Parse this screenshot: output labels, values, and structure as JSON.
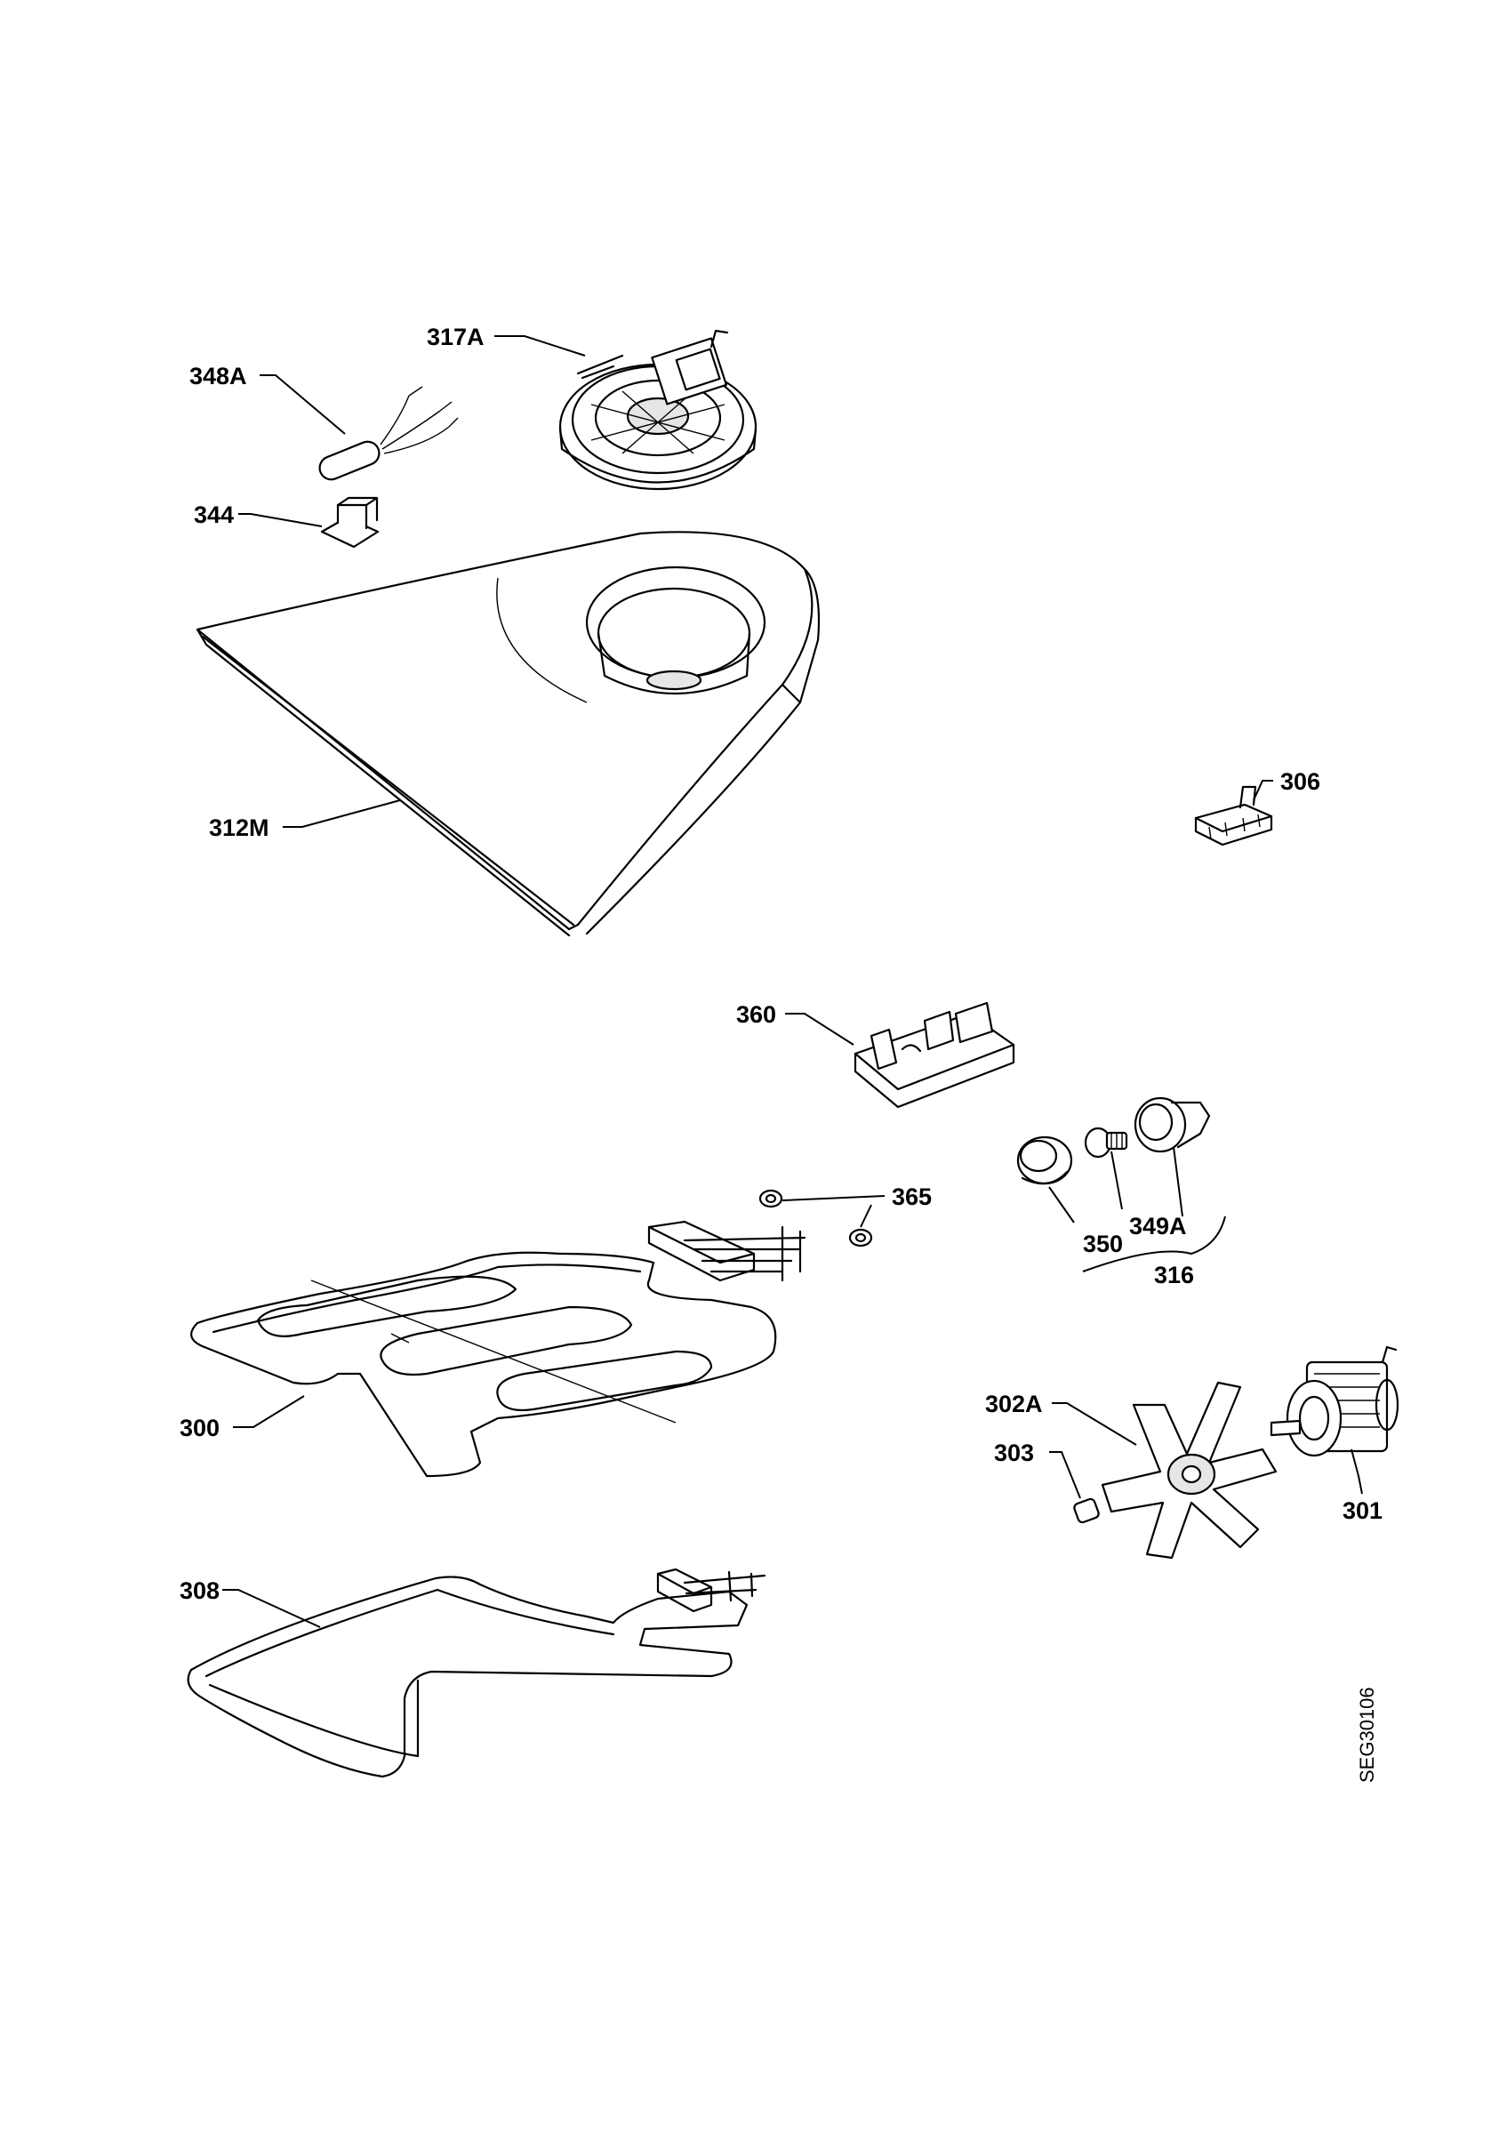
{
  "diagram_code": "SEG30106",
  "parts": [
    {
      "id": "317A"
    },
    {
      "id": "348A"
    },
    {
      "id": "344"
    },
    {
      "id": "312M"
    },
    {
      "id": "306"
    },
    {
      "id": "360"
    },
    {
      "id": "365"
    },
    {
      "id": "350"
    },
    {
      "id": "349A"
    },
    {
      "id": "316"
    },
    {
      "id": "300"
    },
    {
      "id": "302A"
    },
    {
      "id": "303"
    },
    {
      "id": "301"
    },
    {
      "id": "308"
    }
  ]
}
